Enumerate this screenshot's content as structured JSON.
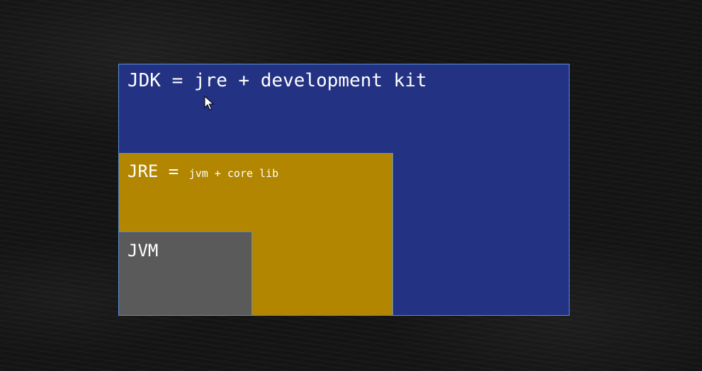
{
  "diagram": {
    "jdk": {
      "label": "JDK = jre + development kit",
      "color": "#233282"
    },
    "jre": {
      "label": "JRE = ",
      "sub_label": "jvm + core lib",
      "color": "#b28600"
    },
    "jvm": {
      "label": "JVM",
      "color": "#5a5a5a"
    },
    "border_color": "#5a8fd6",
    "background_color": "#141414"
  },
  "icons": {
    "cursor": "mouse-pointer-icon"
  }
}
